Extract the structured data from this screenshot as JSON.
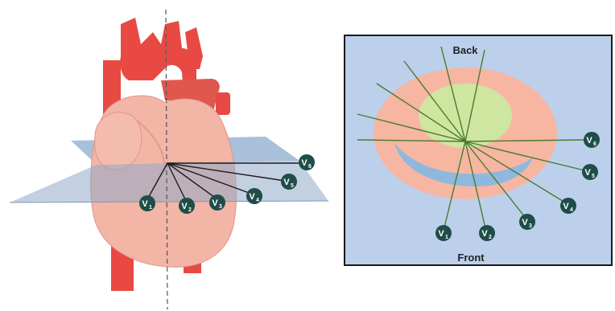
{
  "colors": {
    "heart_red": "#e84a43",
    "heart_pink": "#f2b5a6",
    "plane_blue": "#9fb9d6",
    "panel_blue": "#bcd0ec",
    "ring_pink": "#f6b6a2",
    "inner_green": "#cfe6a0",
    "cavity_blue": "#8fb8df",
    "lead_line": "#4b7a2e",
    "badge_fill": "#1f4d48"
  },
  "heart_leads": [
    {
      "id": "V1",
      "letter": "V",
      "sub": "1"
    },
    {
      "id": "V2",
      "letter": "V",
      "sub": "2"
    },
    {
      "id": "V3",
      "letter": "V",
      "sub": "3"
    },
    {
      "id": "V4",
      "letter": "V",
      "sub": "4"
    },
    {
      "id": "V5",
      "letter": "V",
      "sub": "5"
    },
    {
      "id": "V6",
      "letter": "V",
      "sub": "6"
    }
  ],
  "cross_section": {
    "top_label": "Back",
    "bottom_label": "Front",
    "leads": [
      {
        "id": "V1",
        "letter": "V",
        "sub": "1"
      },
      {
        "id": "V2",
        "letter": "V",
        "sub": "2"
      },
      {
        "id": "V3",
        "letter": "V",
        "sub": "3"
      },
      {
        "id": "V4",
        "letter": "V",
        "sub": "4"
      },
      {
        "id": "V5",
        "letter": "V",
        "sub": "5"
      },
      {
        "id": "V6",
        "letter": "V",
        "sub": "6"
      }
    ]
  }
}
